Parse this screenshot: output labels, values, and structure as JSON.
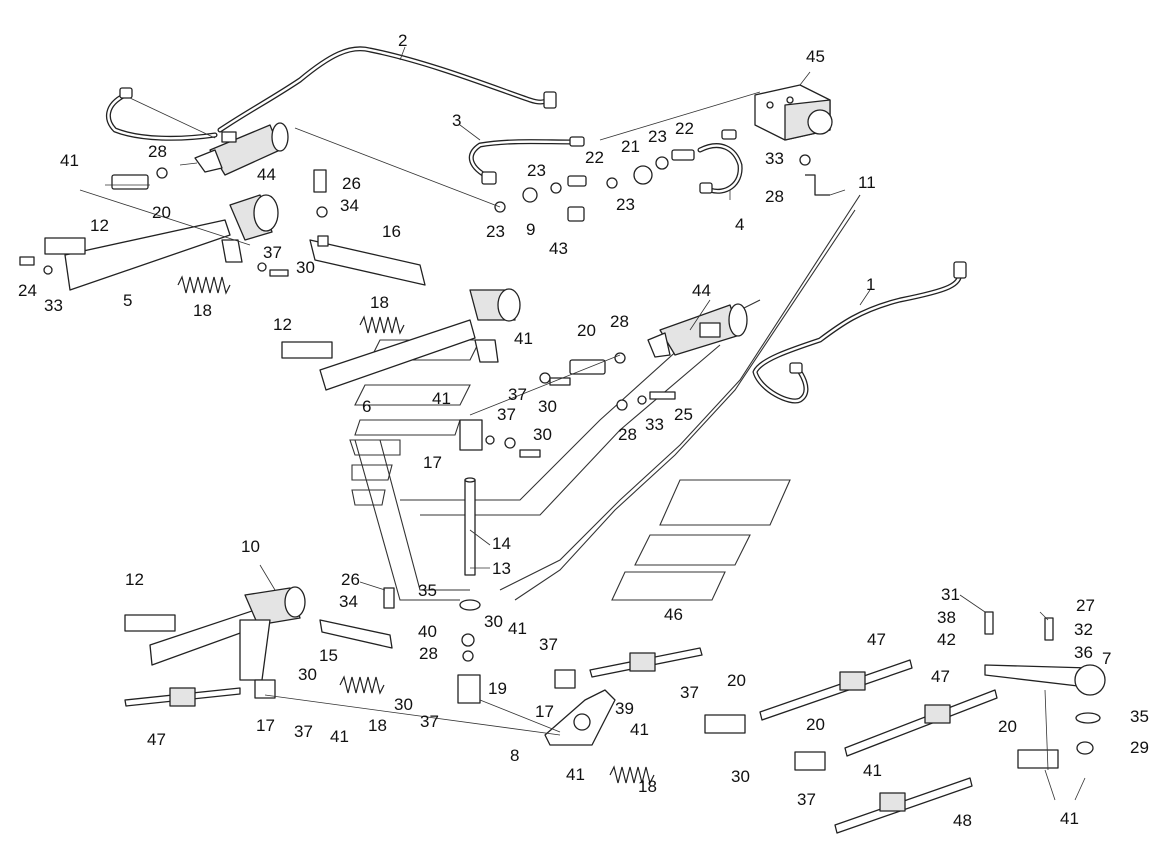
{
  "labels": {
    "l1": "1",
    "l2": "2",
    "l3": "3",
    "l4": "4",
    "l5": "5",
    "l6": "6",
    "l7": "7",
    "l8": "8",
    "l9": "9",
    "l10": "10",
    "l11": "11",
    "l12": "12",
    "l13": "13",
    "l14": "14",
    "l15": "15",
    "l16": "16",
    "l17": "17",
    "l18": "18",
    "l19": "19",
    "l20": "20",
    "l21": "21",
    "l22": "22",
    "l23": "23",
    "l24": "24",
    "l25": "25",
    "l26": "26",
    "l27": "27",
    "l28": "28",
    "l29": "29",
    "l30": "30",
    "l31": "31",
    "l32": "32",
    "l33": "33",
    "l34": "34",
    "l35": "35",
    "l36": "36",
    "l37": "37",
    "l38": "38",
    "l39": "39",
    "l40": "40",
    "l41": "41",
    "l42": "42",
    "l43": "43",
    "l44": "44",
    "l45": "45",
    "l46": "46",
    "l47": "47",
    "l48": "48"
  }
}
